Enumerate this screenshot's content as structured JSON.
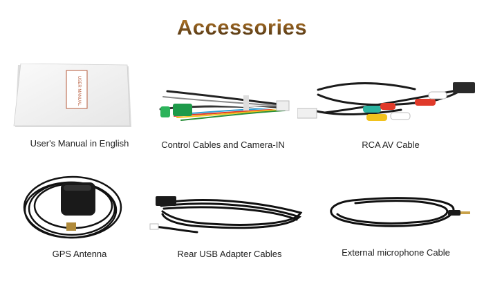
{
  "page": {
    "title": "Accessories"
  },
  "items": [
    {
      "caption": "User's Manual in English",
      "manual_spine_text": "USER MANUAL",
      "icon": "manual-icon"
    },
    {
      "caption": "Control Cables and Camera-IN",
      "icon": "control-cable-icon"
    },
    {
      "caption": "RCA AV Cable",
      "icon": "rca-cable-icon"
    },
    {
      "caption": "GPS Antenna",
      "icon": "gps-antenna-icon"
    },
    {
      "caption": "Rear USB Adapter Cables",
      "icon": "usb-cable-icon"
    },
    {
      "caption": "External microphone Cable",
      "icon": "microphone-cable-icon"
    }
  ],
  "colors": {
    "title_gradient_top": "#c8862c",
    "title_gradient_bottom": "#3c2a14",
    "caption": "#222222",
    "background": "#ffffff"
  }
}
